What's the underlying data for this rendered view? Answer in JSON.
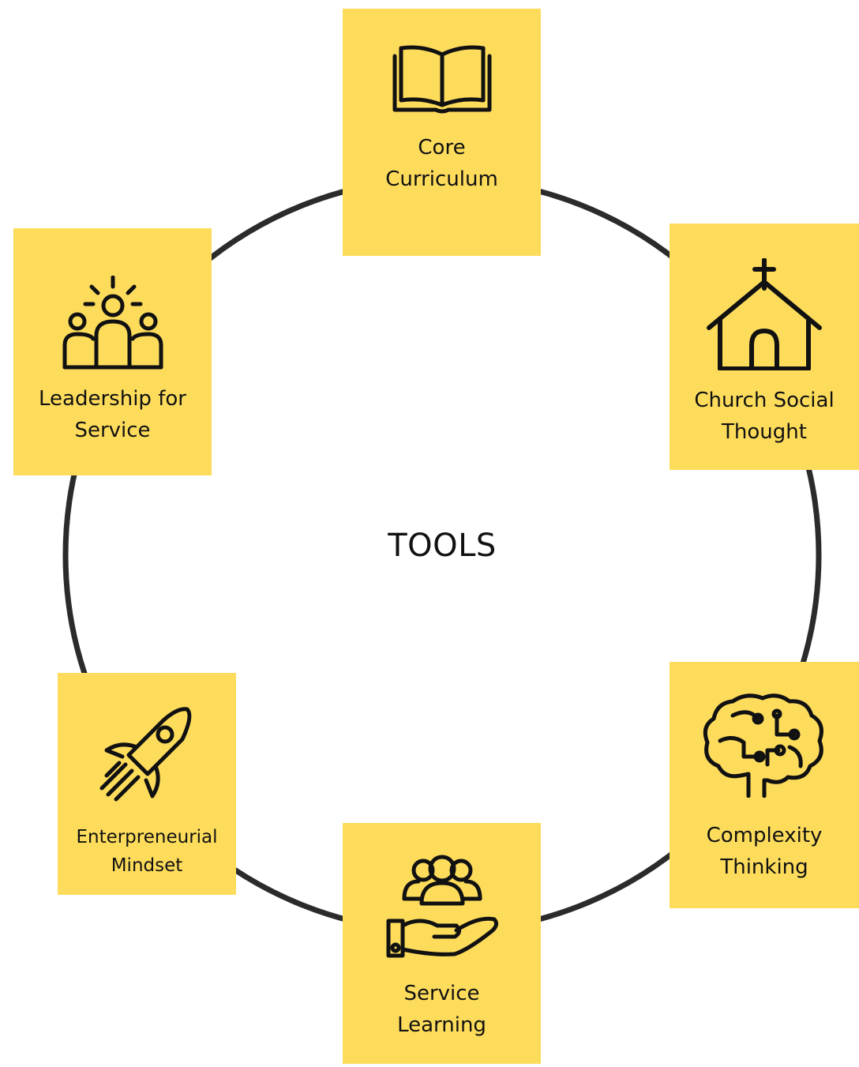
{
  "center_label": "TOOLS",
  "colors": {
    "card": "#FDDC5C",
    "ring": "#2b2b2b",
    "ink": "#111111"
  },
  "tools": [
    {
      "label": "Core\nCurriculum",
      "icon": "open-book-icon"
    },
    {
      "label": "Church Social\nThought",
      "icon": "church-icon"
    },
    {
      "label": "Complexity\nThinking",
      "icon": "brain-circuit-icon"
    },
    {
      "label": "Service\nLearning",
      "icon": "hand-holding-people-icon"
    },
    {
      "label": "Enterpreneurial\nMindset",
      "icon": "rocket-icon"
    },
    {
      "label": "Leadership for\nService",
      "icon": "team-leader-icon"
    }
  ]
}
